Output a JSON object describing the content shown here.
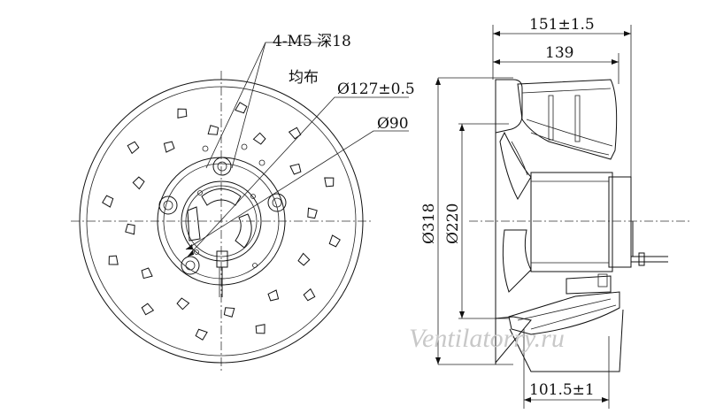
{
  "labels": {
    "holes": "4-M5 深18",
    "holes_note": "均布",
    "dia_127": "Ø127±0.5",
    "dia_90": "Ø90",
    "width_total": "151±1.5",
    "width_139": "139",
    "dia_318": "Ø318",
    "dia_220": "Ø220",
    "depth_101": "101.5±1"
  },
  "watermark": "Ventilatorry.ru"
}
